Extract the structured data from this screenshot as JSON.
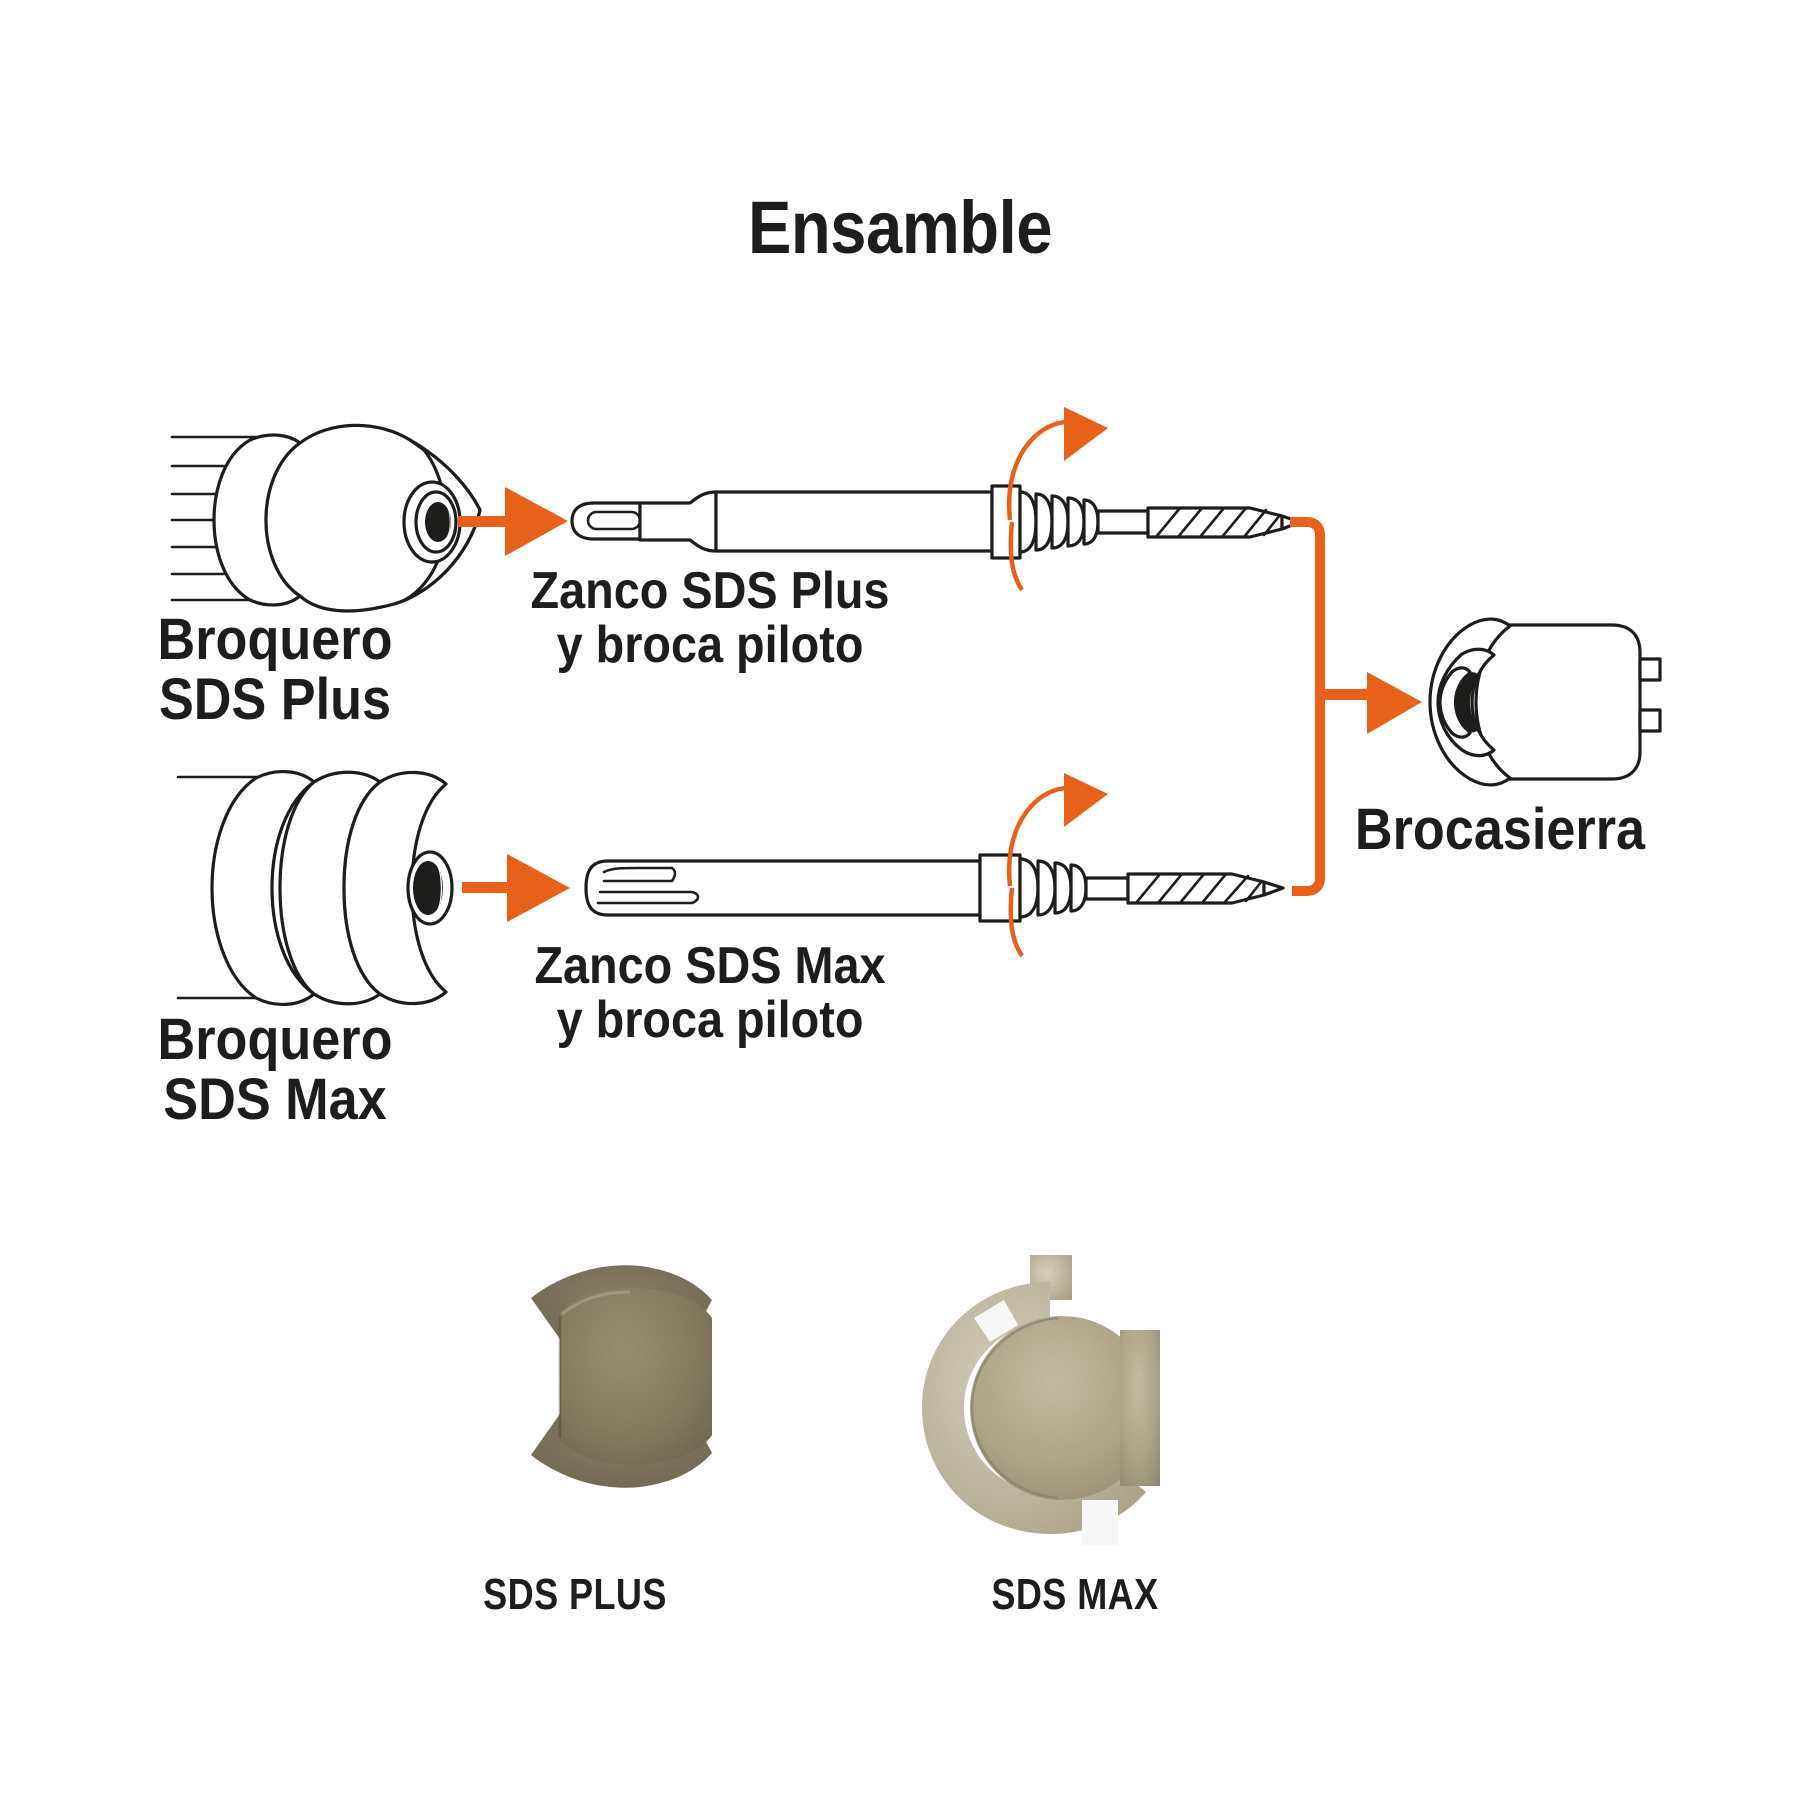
{
  "page": {
    "title": "Ensamble",
    "background_color": "#ffffff",
    "accent_color": "#E8611A",
    "ink_color": "#1d1d1b"
  },
  "diagram": {
    "rows": [
      {
        "id": "sds-plus-row",
        "chuck_label": "Broquero\nSDS Plus",
        "shank_label": "Zanco SDS Plus\ny broca piloto"
      },
      {
        "id": "sds-max-row",
        "chuck_label": "Broquero\nSDS Max",
        "shank_label": "Zanco SDS Max\ny broca piloto"
      }
    ],
    "output": {
      "label": "Brocasierra"
    }
  },
  "photos": [
    {
      "id": "photo-sds-plus",
      "caption": "SDS PLUS",
      "tint": "#8a7f63"
    },
    {
      "id": "photo-sds-max",
      "caption": "SDS MAX",
      "tint": "#b3a98c"
    }
  ]
}
